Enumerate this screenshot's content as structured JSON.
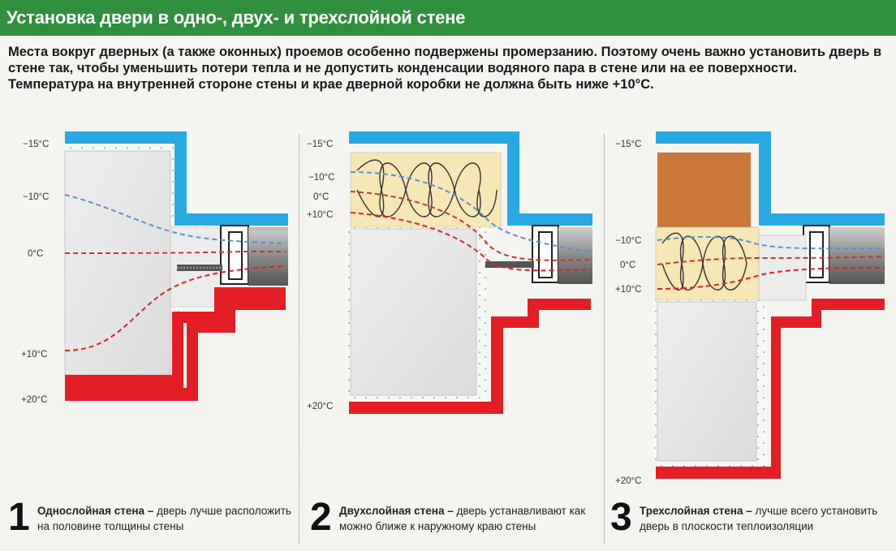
{
  "header": {
    "title": "Установка двери в одно-, двух- и трехслойной стене"
  },
  "intro": {
    "text": "Места вокруг дверных (а также оконных) проемов особенно подвержены промерзанию. Поэтому очень важно установить дверь в стене так, чтобы уменьшить потери тепла и не допустить конденсации водяного пара в стене или на ее поверхности. Температура на внутренней стороне стены и крае дверной коробки не должна быть ниже +10°С."
  },
  "colors": {
    "header": "#2f8f3c",
    "cold": "#29a9e1",
    "warm": "#e31e24",
    "insulation": "#f6e7b4",
    "brick": "#c9783a",
    "wall": "#e8e8e8"
  },
  "diagrams": [
    {
      "labels": {
        "m15": "−15°С",
        "m10": "−10°С",
        "zero": "0°С",
        "p10": "+10°С",
        "p20": "+20°С"
      },
      "caption": {
        "number": "1",
        "title": "Однослойная стена",
        "dash": " – ",
        "text": "дверь лучше расположить на половине толщины стены"
      }
    },
    {
      "labels": {
        "m15": "−15°С",
        "m10": "−10°С",
        "zero": "0°С",
        "p10": "+10°С",
        "p20": "+20°С"
      },
      "caption": {
        "number": "2",
        "title": "Двухслойная стена",
        "dash": " – ",
        "text": "дверь устанавливают как можно ближе к наружному краю стены"
      }
    },
    {
      "labels": {
        "m15": "−15°С",
        "m10": "−10°С",
        "zero": "0°С",
        "p10": "+10°С",
        "p20": "+20°С"
      },
      "caption": {
        "number": "3",
        "title": "Трехслойная стена",
        "dash": " – ",
        "text": "лучше всего установить дверь в плоскости теплоизоляции"
      }
    }
  ]
}
